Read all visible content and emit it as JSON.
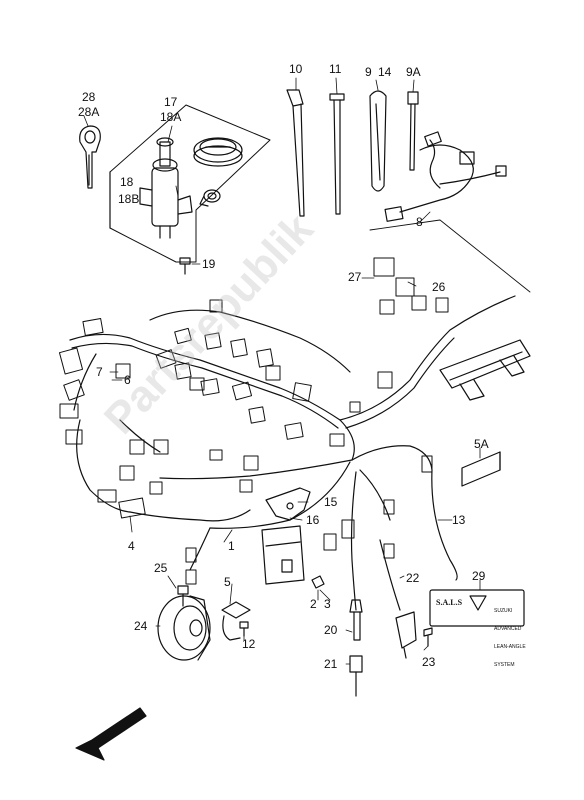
{
  "diagram": {
    "watermark": "Partsrepublik",
    "plate_29": {
      "brand": "S.A.L.S",
      "lines": [
        "SUZUKI",
        "ADVANCED",
        "LEAN-ANGLE",
        "SYSTEM"
      ]
    },
    "callouts": {
      "c1": "1",
      "c2": "2",
      "c3": "3",
      "c4": "4",
      "c5": "5",
      "c5a": "5A",
      "c6": "6",
      "c7": "7",
      "c8": "8",
      "c9": "9",
      "c9a": "9A",
      "c10": "10",
      "c11": "11",
      "c12": "12",
      "c13": "13",
      "c14": "14",
      "c15": "15",
      "c16": "16",
      "c17": "17",
      "c18a": "18A",
      "c18": "18",
      "c18b": "18B",
      "c19": "19",
      "c20": "20",
      "c21": "21",
      "c22": "22",
      "c23": "23",
      "c24": "24",
      "c25": "25",
      "c26": "26",
      "c27": "27",
      "c28": "28",
      "c28a": "28A",
      "c29": "29"
    }
  }
}
